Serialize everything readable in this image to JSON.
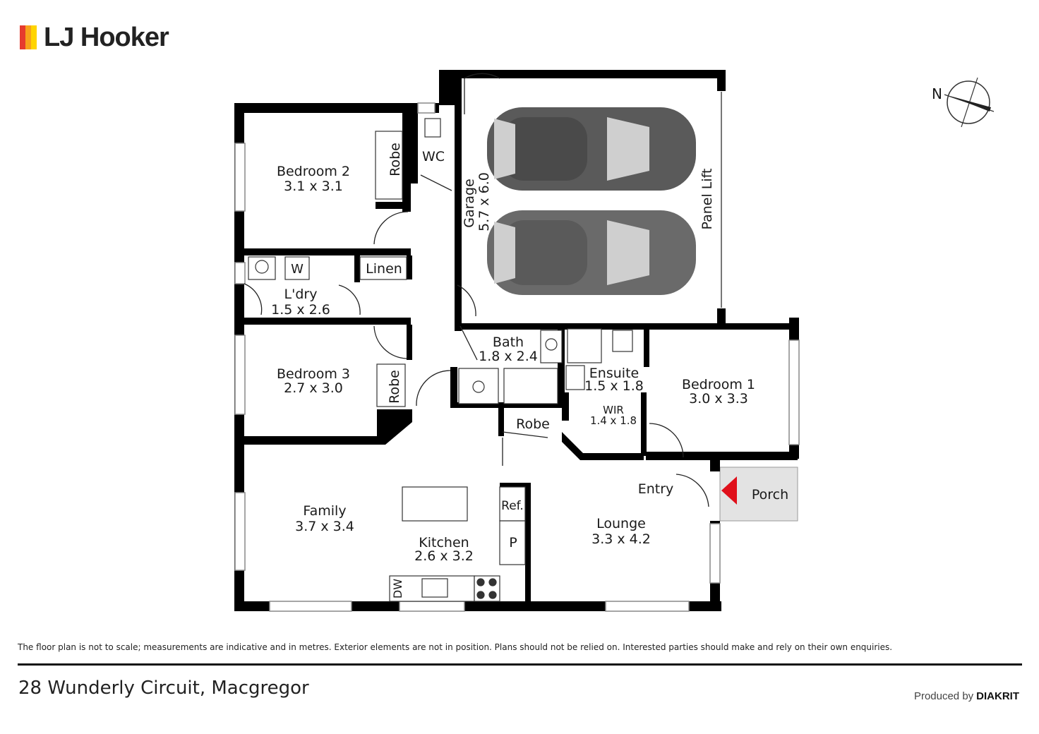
{
  "brand": {
    "name": "LJ Hooker",
    "bar_colors": [
      "#e63b2e",
      "#f7a21b",
      "#ffd400"
    ]
  },
  "compass": {
    "label": "N"
  },
  "rooms": {
    "bedroom2": {
      "name": "Bedroom 2",
      "size": "3.1 x 3.1"
    },
    "robe_bed2": {
      "name": "Robe"
    },
    "wc": {
      "name": "WC"
    },
    "garage": {
      "name": "Garage",
      "size": "5.7 x 6.0"
    },
    "panel_lift": {
      "name": "Panel Lift"
    },
    "w": {
      "name": "W"
    },
    "linen": {
      "name": "Linen"
    },
    "laundry": {
      "name": "L'dry",
      "size": "1.5 x 2.6"
    },
    "bath": {
      "name": "Bath",
      "size": "1.8 x 2.4"
    },
    "ensuite": {
      "name": "Ensuite",
      "size": "1.5 x 1.8"
    },
    "bedroom1": {
      "name": "Bedroom 1",
      "size": "3.0 x 3.3"
    },
    "bedroom3": {
      "name": "Bedroom 3",
      "size": "2.7 x 3.0"
    },
    "robe_bed3": {
      "name": "Robe"
    },
    "robe_hall": {
      "name": "Robe"
    },
    "wir": {
      "name": "WIR",
      "size": "1.4 x 1.8"
    },
    "entry": {
      "name": "Entry"
    },
    "porch": {
      "name": "Porch"
    },
    "family": {
      "name": "Family",
      "size": "3.7 x 3.4"
    },
    "ref": {
      "name": "Ref."
    },
    "pantry": {
      "name": "P"
    },
    "kitchen": {
      "name": "Kitchen",
      "size": "2.6 x 3.2"
    },
    "dw": {
      "name": "DW"
    },
    "lounge": {
      "name": "Lounge",
      "size": "3.3 x 4.2"
    }
  },
  "colors": {
    "wall": "#000000",
    "car_body": "#5a5a5a",
    "car_glass": "#cfcfcf",
    "porch_fill": "#e3e3e3",
    "entry_arrow": "#e0101b"
  },
  "footer": {
    "disclaimer": "The floor plan is not to scale; measurements are indicative and in metres. Exterior elements are not in position. Plans should not be relied on. Interested parties should make and rely on their own enquiries.",
    "address": "28 Wunderly Circuit, Macgregor",
    "produced_by": "Produced by",
    "producer": "DIAKRIT"
  }
}
